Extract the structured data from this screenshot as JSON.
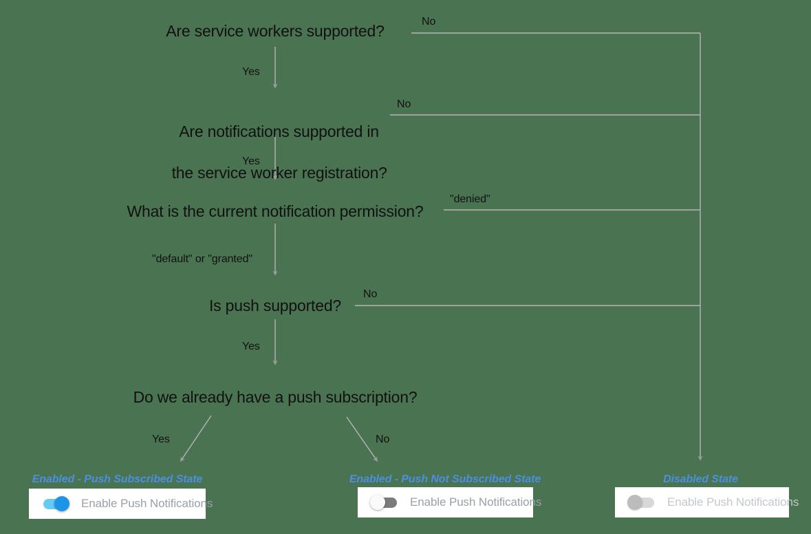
{
  "background_color": "#4a7352",
  "line_color": "#b7b7b7",
  "state_label_color": "#4c8fe0",
  "toggle_on_track_color": "#64cbf2",
  "toggle_on_knob_color": "#1c94e8",
  "toggle_off_track_color": "#7b7b7b",
  "toggle_disabled_track_color": "#d8d8d8",
  "flowchart": {
    "nodes": [
      {
        "id": "n1",
        "text": "Are service workers supported?"
      },
      {
        "id": "n2",
        "line1": "Are notifications supported in",
        "line2": "the service worker registration?"
      },
      {
        "id": "n3",
        "text": "What is the current notification permission?"
      },
      {
        "id": "n4",
        "text": "Is push supported?"
      },
      {
        "id": "n5",
        "text": "Do we already have a push subscription?"
      }
    ],
    "edge_labels": {
      "n1_yes": "Yes",
      "n1_no": "No",
      "n2_yes": "Yes",
      "n2_no": "No",
      "n3_yes": "\"default\" or \"granted\"",
      "n3_no": "\"denied\"",
      "n4_yes": "Yes",
      "n4_no": "No",
      "n5_yes": "Yes",
      "n5_no": "No"
    }
  },
  "outcomes": [
    {
      "id": "enabled-push-subscribed",
      "state_label": "Enabled - Push Subscribed State",
      "toggle_label": "Enable Push Notifications",
      "toggle_state": "on"
    },
    {
      "id": "enabled-push-not-subscribed",
      "state_label": "Enabled - Push Not Subscribed State",
      "toggle_label": "Enable Push Notifications",
      "toggle_state": "off"
    },
    {
      "id": "disabled",
      "state_label": "Disabled State",
      "toggle_label": "Enable Push Notifications",
      "toggle_state": "disabled"
    }
  ]
}
